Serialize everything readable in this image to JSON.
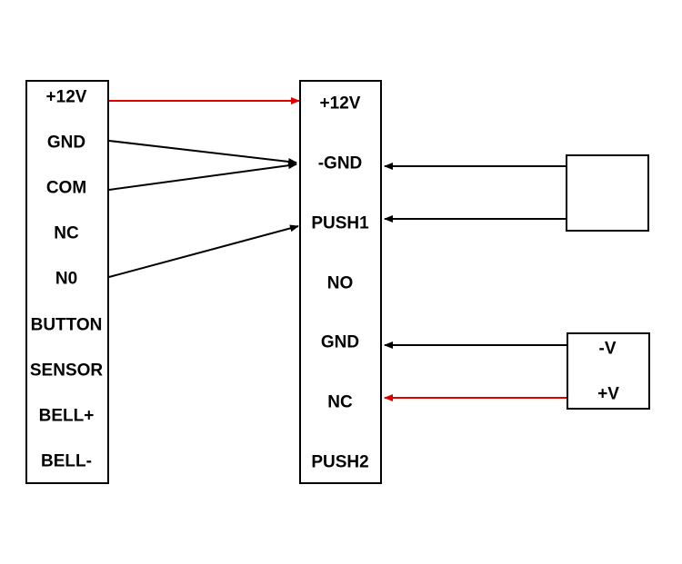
{
  "colors": {
    "line": "#000000",
    "accent": "#e00000",
    "background": "#ffffff"
  },
  "left_block": {
    "pins": [
      "+12V",
      "GND",
      "COM",
      "NC",
      "N0",
      "BUTTON",
      "SENSOR",
      "BELL+",
      "BELL-"
    ]
  },
  "center_block": {
    "pins": [
      "+12V",
      "-GND",
      "PUSH1",
      "NO",
      "GND",
      "NC",
      "PUSH2"
    ]
  },
  "right_top_block": {
    "pins": []
  },
  "right_bottom_block": {
    "pins": [
      "-V",
      "+V"
    ]
  },
  "connections": [
    {
      "from": "left.+12V",
      "to": "center.+12V",
      "color": "red"
    },
    {
      "from": "left.GND",
      "to": "center.-GND",
      "color": "black"
    },
    {
      "from": "left.COM",
      "to": "center.-GND",
      "color": "black"
    },
    {
      "from": "left.N0",
      "to": "center.PUSH1",
      "color": "black"
    },
    {
      "from": "right_top",
      "to": "center.-GND",
      "color": "black"
    },
    {
      "from": "right_top",
      "to": "center.PUSH1",
      "color": "black"
    },
    {
      "from": "right_bottom.-V",
      "to": "center.GND",
      "color": "black"
    },
    {
      "from": "right_bottom.+V",
      "to": "center.NC",
      "color": "red"
    }
  ]
}
